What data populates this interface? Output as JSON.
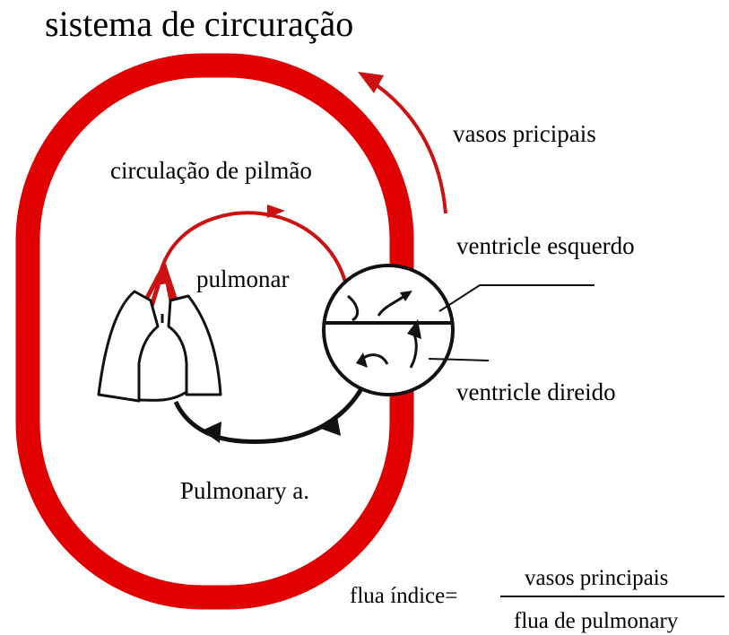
{
  "title": "sistema de circuração",
  "labels": {
    "main_vessels": "vasos pricipais",
    "pulmonary_circulation": "circulação de pilmão",
    "pulmonar": "pulmonar",
    "left_ventricle": "ventricle esquerdo",
    "right_ventricle": "ventricle direido",
    "pulmonary_artery": "Pulmonary a."
  },
  "formula": {
    "lhs": "flua índice=",
    "numerator": "vasos principais",
    "denominator": "flua de pulmonary"
  },
  "colors": {
    "systemic_loop": "#e00000",
    "pulmonary_vessel": "#cc1111",
    "pulmonary_artery": "#111111",
    "outline": "#111111"
  }
}
